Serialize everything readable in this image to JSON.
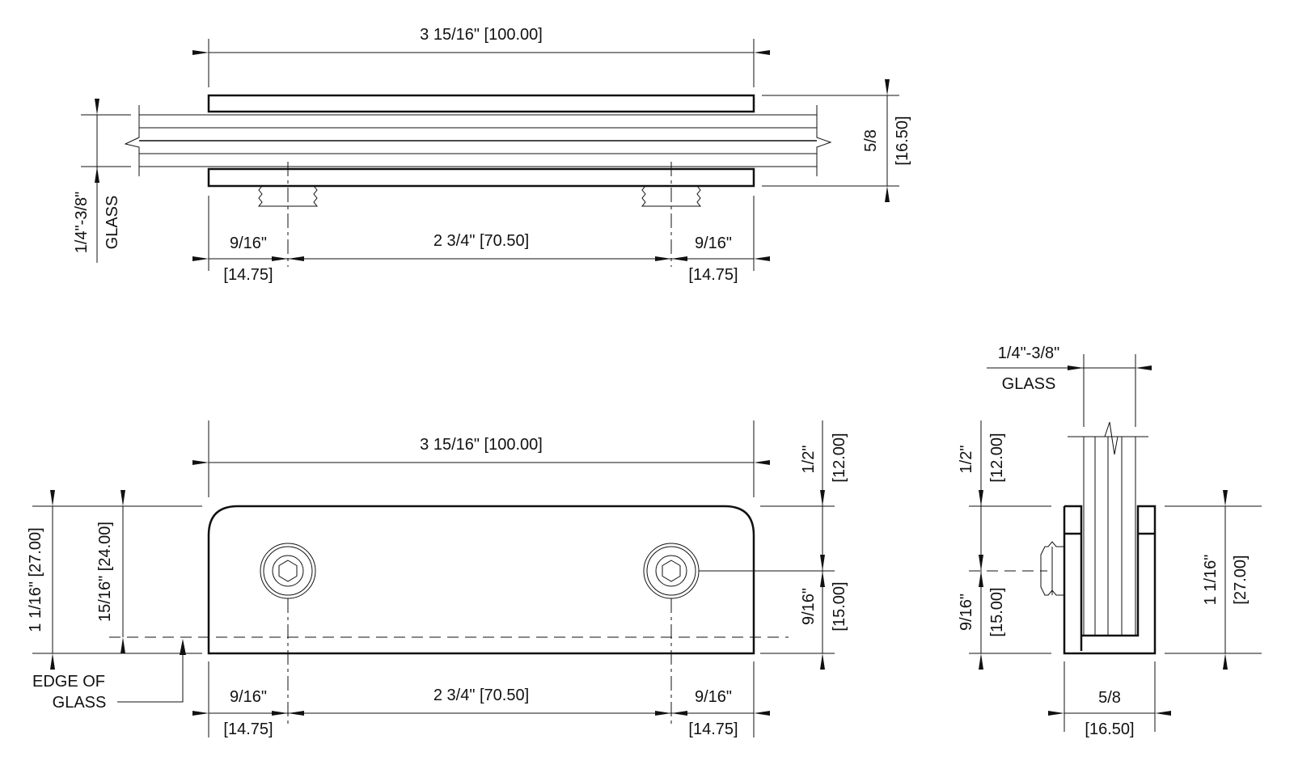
{
  "top_view": {
    "overall_length": "3 15/16\" [100.00]",
    "height_in": "5/8",
    "height_mm": "[16.50]",
    "glass_range": "1/4\"-3/8\"",
    "glass_label": "GLASS",
    "edge_in_left": "9/16\"",
    "edge_mm_left": "[14.75]",
    "center_spacing": "2 3/4\" [70.50]",
    "edge_in_right": "9/16\"",
    "edge_mm_right": "[14.75]"
  },
  "front_view": {
    "overall_length": "3 15/16\" [100.00]",
    "overall_height": "1 1/16\" [27.00]",
    "glass_depth": "15/16\" [24.00]",
    "top_in": "1/2\"",
    "top_mm": "[12.00]",
    "screw_in": "9/16\"",
    "screw_mm": "[15.00]",
    "edge_of_glass_1": "EDGE OF",
    "edge_of_glass_2": "GLASS",
    "edge_in_left": "9/16\"",
    "edge_mm_left": "[14.75]",
    "center_spacing": "2 3/4\" [70.50]",
    "edge_in_right": "9/16\"",
    "edge_mm_right": "[14.75]"
  },
  "side_view": {
    "glass_range": "1/4\"-3/8\"",
    "glass_label": "GLASS",
    "top_in": "1/2\"",
    "top_mm": "[12.00]",
    "screw_in": "9/16\"",
    "screw_mm": "[15.00]",
    "height_in": "1 1/16\"",
    "height_mm": "[27.00]",
    "width_in": "5/8",
    "width_mm": "[16.50]"
  }
}
